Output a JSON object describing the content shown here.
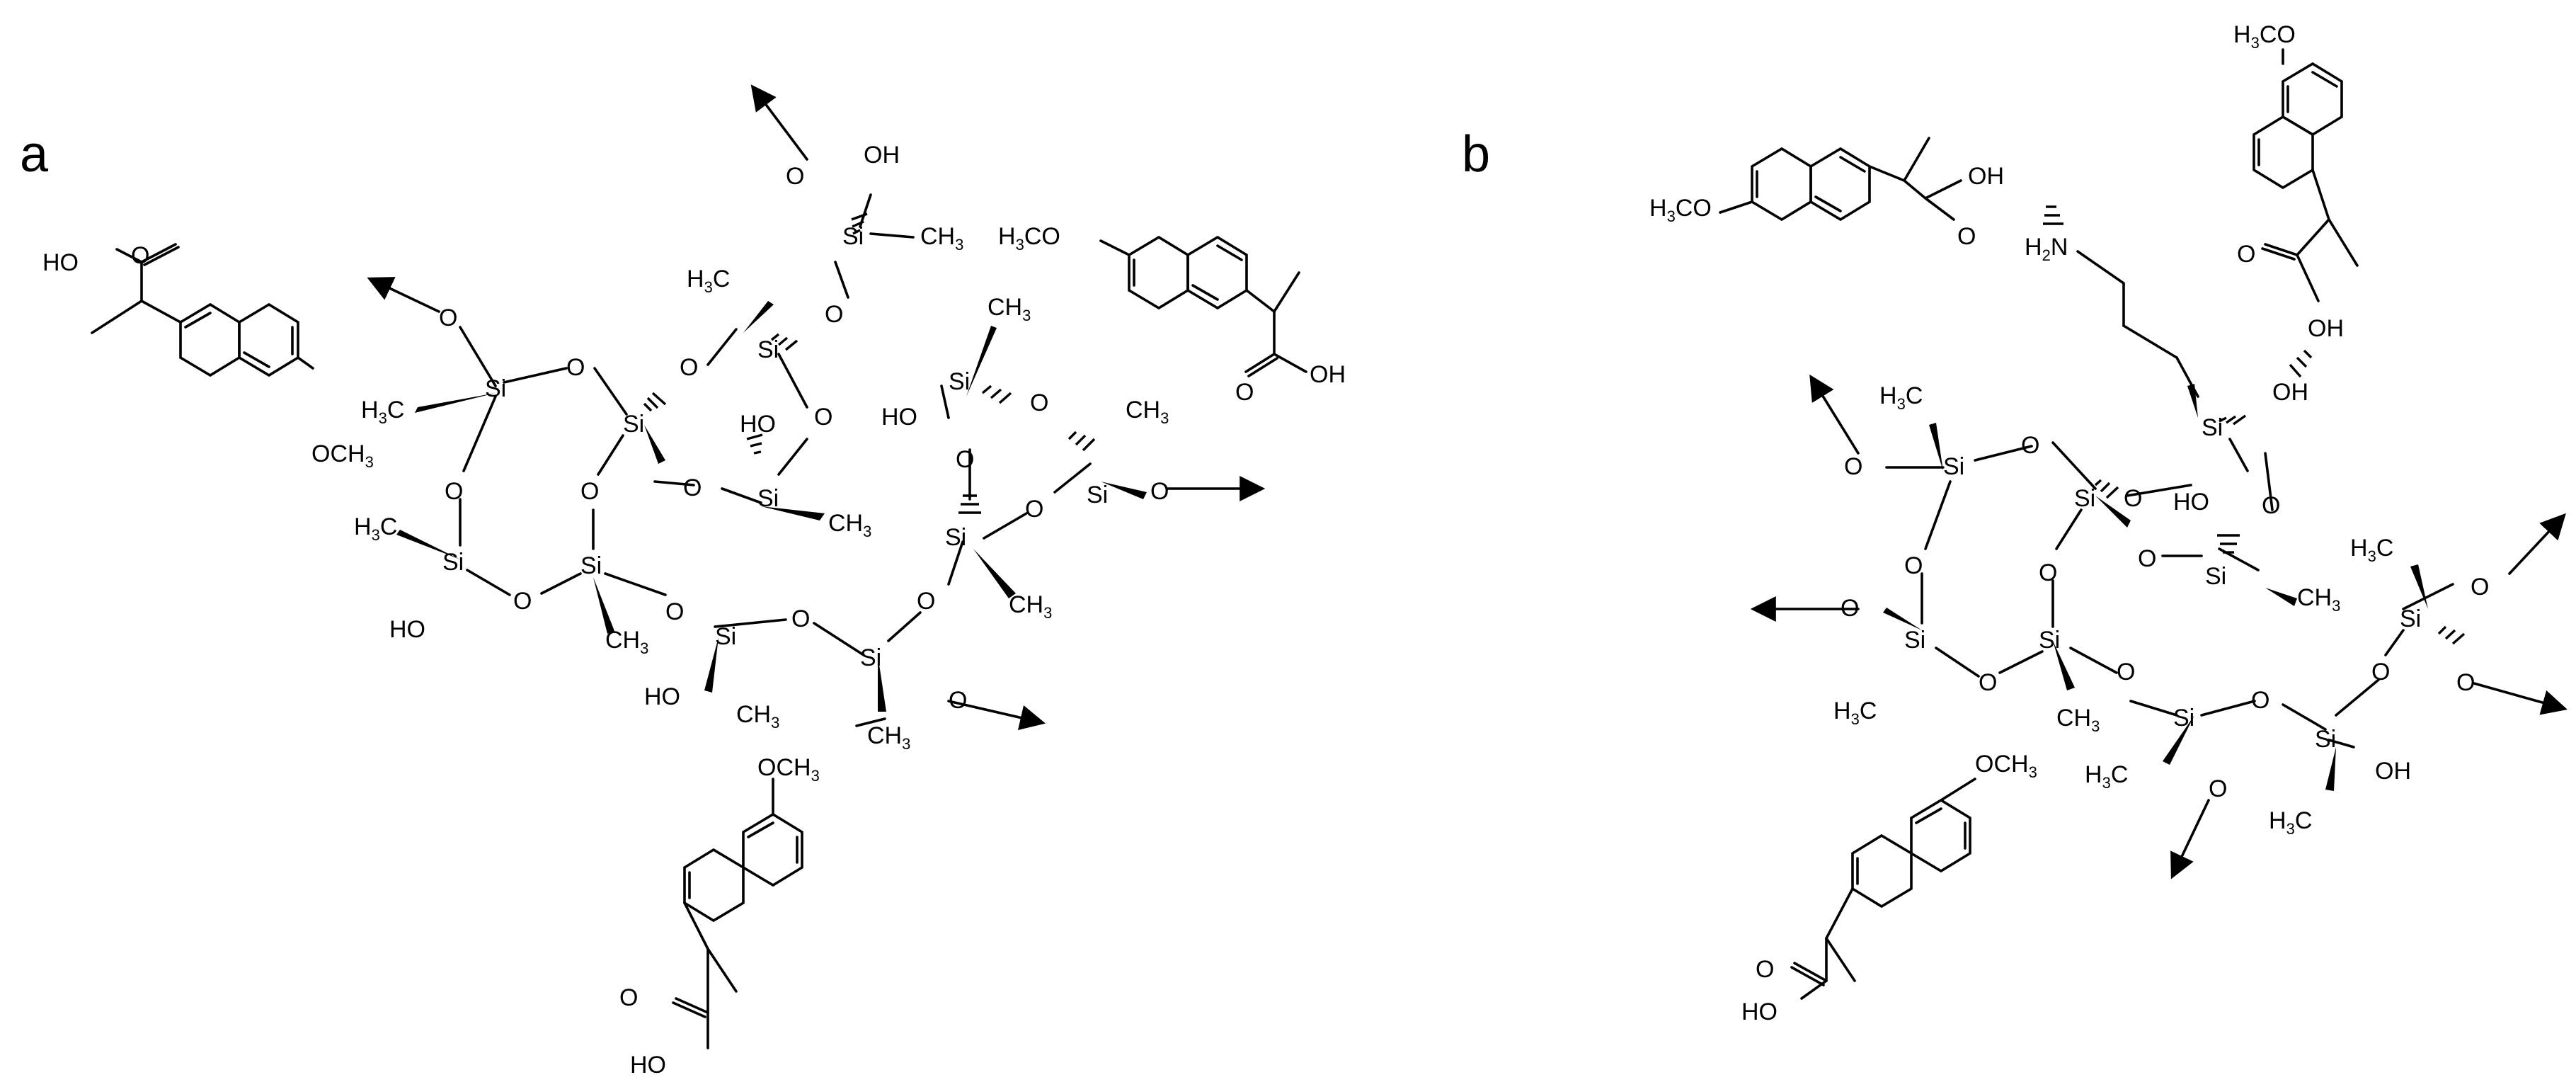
{
  "panels": [
    {
      "letter": "a"
    },
    {
      "letter": "b"
    }
  ],
  "atoms": {
    "si": "Si",
    "o": "O",
    "oh": "OH",
    "ho": "HO",
    "hn": "H",
    "n": "N",
    "c": "C",
    "h": "H",
    "och3": "OCH",
    "h3co": "H",
    "co": "CO",
    "ch": "CH",
    "three": "3",
    "two": "2"
  }
}
